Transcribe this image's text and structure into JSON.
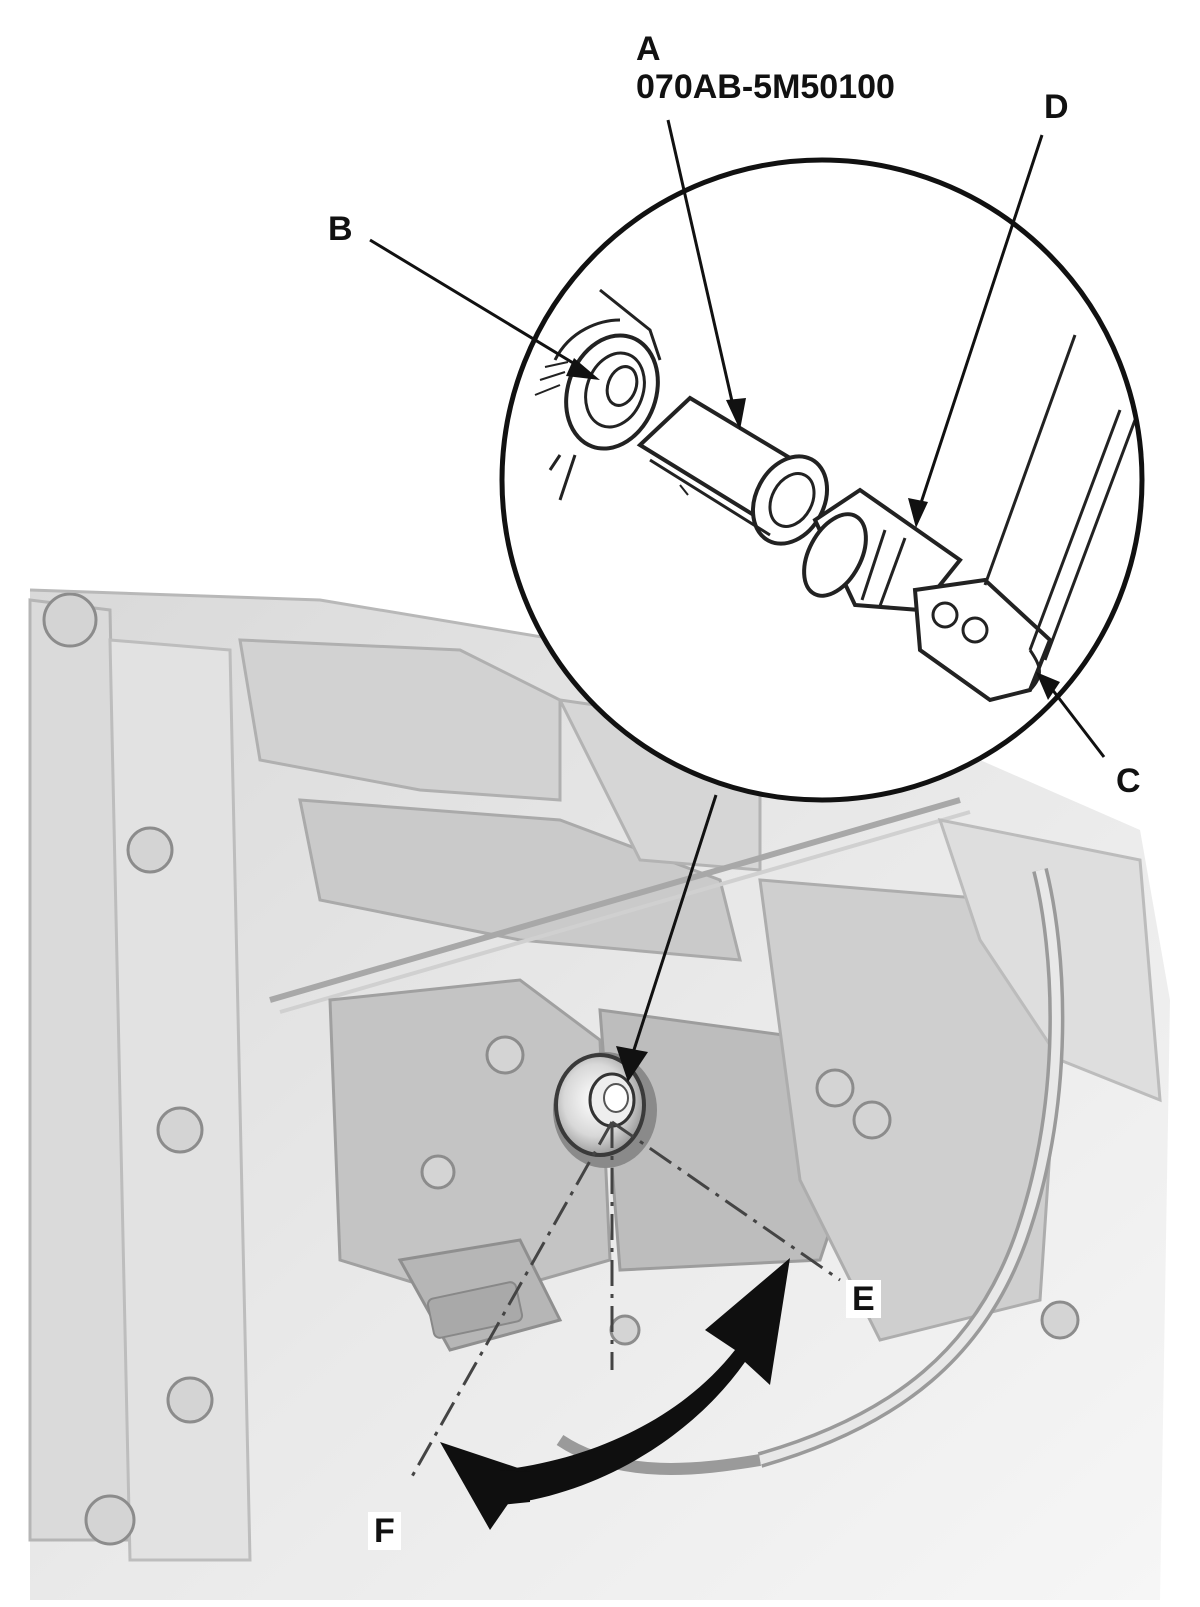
{
  "labels": {
    "a": "A",
    "a_part": "070AB-5M50100",
    "b": "B",
    "c": "C",
    "d": "D",
    "e": "E",
    "f": "F"
  },
  "colors": {
    "ink": "#111111",
    "metal_light": "#e6e6e6",
    "metal_mid": "#cfcfcf",
    "metal_dark": "#9a9a9a",
    "background": "#ffffff"
  }
}
